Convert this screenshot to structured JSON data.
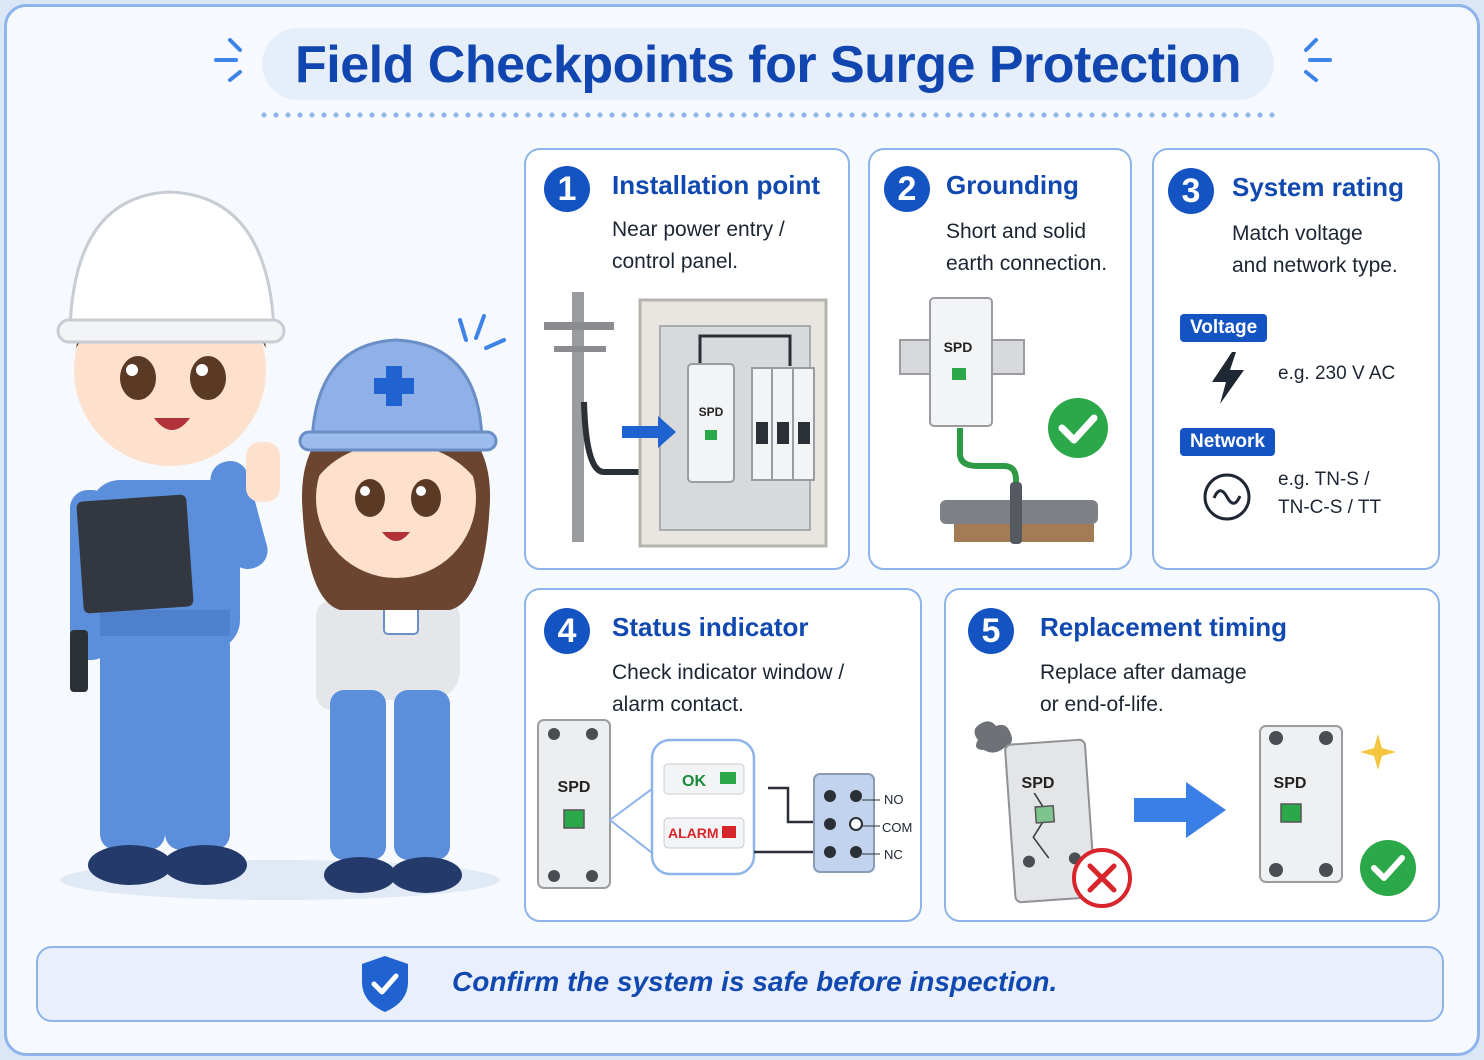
{
  "title": "Field Checkpoints for Surge Protection",
  "cards": [
    {
      "num": "1",
      "title": "Installation point",
      "desc_l1": "Near power entry /",
      "desc_l2": "control panel.",
      "device_label": "SPD"
    },
    {
      "num": "2",
      "title": "Grounding",
      "desc_l1": "Short and solid",
      "desc_l2": "earth connection.",
      "device_label": "SPD"
    },
    {
      "num": "3",
      "title": "System rating",
      "desc_l1": "Match voltage",
      "desc_l2": "and network type.",
      "voltage_badge": "Voltage",
      "voltage_example": "e.g. 230 V AC",
      "network_badge": "Network",
      "network_example_l1": "e.g. TN-S /",
      "network_example_l2": "TN-C-S / TT"
    },
    {
      "num": "4",
      "title": "Status indicator",
      "desc_l1": "Check indicator window /",
      "desc_l2": "alarm contact.",
      "device_label": "SPD",
      "ok_label": "OK",
      "alarm_label": "ALARM",
      "terminal_no": "NO",
      "terminal_com": "COM",
      "terminal_nc": "NC"
    },
    {
      "num": "5",
      "title": "Replacement timing",
      "desc_l1": "Replace after damage",
      "desc_l2": "or end-of-life.",
      "old_device_label": "SPD",
      "new_device_label": "SPD"
    }
  ],
  "footer": {
    "text": "Confirm the system is safe before inspection."
  },
  "colors": {
    "brand_blue": "#1453c2",
    "title_blue": "#1146b0",
    "border_blue": "#8fb4ea",
    "ok_green": "#2aa84a",
    "alarm_red": "#d8242b"
  },
  "icons": [
    "lightning-icon",
    "sine-wave-icon",
    "checkmark-icon",
    "cross-icon",
    "shield-check-icon",
    "arrow-right-icon",
    "sparkle-icon"
  ]
}
